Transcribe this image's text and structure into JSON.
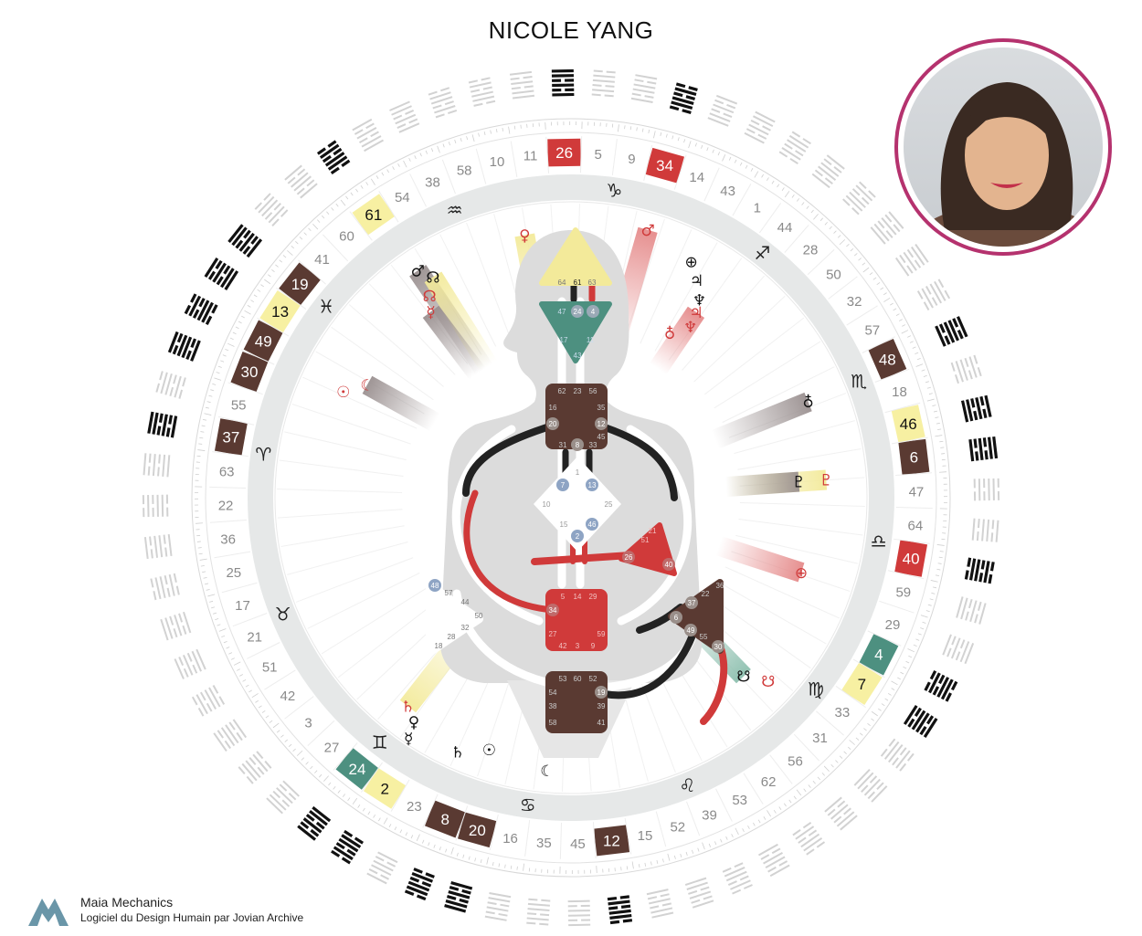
{
  "header": {
    "name": "NICOLE YANG"
  },
  "footer": {
    "brand": "Maia Mechanics",
    "tagline": "Logiciel du Design Humain par Jovian Archive"
  },
  "colors": {
    "design": "#d03a3a",
    "personality": "#111111",
    "defined_brown": "#5a3a32",
    "yellow": "#f7f0a2",
    "teal": "#4d9080",
    "ring": "#e6e8e8",
    "accent_border": "#b5326e"
  },
  "wheel": {
    "gates": [
      {
        "label": "10",
        "highlight": "none"
      },
      {
        "label": "11",
        "highlight": "none"
      },
      {
        "label": "26",
        "highlight": "red"
      },
      {
        "label": "5",
        "highlight": "none"
      },
      {
        "label": "9",
        "highlight": "none"
      },
      {
        "label": "34",
        "highlight": "red"
      },
      {
        "label": "14",
        "highlight": "none"
      },
      {
        "label": "43",
        "highlight": "none"
      },
      {
        "label": "1",
        "highlight": "none"
      },
      {
        "label": "44",
        "highlight": "none"
      },
      {
        "label": "28",
        "highlight": "none"
      },
      {
        "label": "50",
        "highlight": "none"
      },
      {
        "label": "32",
        "highlight": "none"
      },
      {
        "label": "57",
        "highlight": "none"
      },
      {
        "label": "48",
        "highlight": "brown"
      },
      {
        "label": "18",
        "highlight": "none"
      },
      {
        "label": "46",
        "highlight": "yellow"
      },
      {
        "label": "6",
        "highlight": "brown"
      },
      {
        "label": "47",
        "highlight": "none"
      },
      {
        "label": "64",
        "highlight": "none"
      },
      {
        "label": "40",
        "highlight": "red"
      },
      {
        "label": "59",
        "highlight": "none"
      },
      {
        "label": "29",
        "highlight": "none"
      },
      {
        "label": "4",
        "highlight": "teal"
      },
      {
        "label": "7",
        "highlight": "yellow"
      },
      {
        "label": "33",
        "highlight": "none"
      },
      {
        "label": "31",
        "highlight": "none"
      },
      {
        "label": "56",
        "highlight": "none"
      },
      {
        "label": "62",
        "highlight": "none"
      },
      {
        "label": "53",
        "highlight": "none"
      },
      {
        "label": "39",
        "highlight": "none"
      },
      {
        "label": "52",
        "highlight": "none"
      },
      {
        "label": "15",
        "highlight": "none"
      },
      {
        "label": "12",
        "highlight": "brown"
      },
      {
        "label": "45",
        "highlight": "none"
      },
      {
        "label": "35",
        "highlight": "none"
      },
      {
        "label": "16",
        "highlight": "none"
      },
      {
        "label": "20",
        "highlight": "brown"
      },
      {
        "label": "8",
        "highlight": "brown"
      },
      {
        "label": "23",
        "highlight": "none"
      },
      {
        "label": "2",
        "highlight": "yellow"
      },
      {
        "label": "24",
        "highlight": "teal"
      },
      {
        "label": "27",
        "highlight": "none"
      },
      {
        "label": "3",
        "highlight": "none"
      },
      {
        "label": "42",
        "highlight": "none"
      },
      {
        "label": "51",
        "highlight": "none"
      },
      {
        "label": "21",
        "highlight": "none"
      },
      {
        "label": "17",
        "highlight": "none"
      },
      {
        "label": "25",
        "highlight": "none"
      },
      {
        "label": "36",
        "highlight": "none"
      },
      {
        "label": "22",
        "highlight": "none"
      },
      {
        "label": "63",
        "highlight": "none"
      },
      {
        "label": "37",
        "highlight": "brown"
      },
      {
        "label": "55",
        "highlight": "none"
      },
      {
        "label": "30",
        "highlight": "brown"
      },
      {
        "label": "49",
        "highlight": "brown"
      },
      {
        "label": "13",
        "highlight": "yellow"
      },
      {
        "label": "19",
        "highlight": "brown"
      },
      {
        "label": "41",
        "highlight": "none"
      },
      {
        "label": "60",
        "highlight": "none"
      },
      {
        "label": "61",
        "highlight": "yellow"
      },
      {
        "label": "54",
        "highlight": "none"
      },
      {
        "label": "38",
        "highlight": "none"
      },
      {
        "label": "58",
        "highlight": "none"
      }
    ],
    "zodiac": [
      {
        "glyph": "♑",
        "name": "capricorn"
      },
      {
        "glyph": "♐",
        "name": "sagittarius"
      },
      {
        "glyph": "♏",
        "name": "scorpio"
      },
      {
        "glyph": "♎",
        "name": "libra"
      },
      {
        "glyph": "♍",
        "name": "virgo"
      },
      {
        "glyph": "♌",
        "name": "leo"
      },
      {
        "glyph": "♋",
        "name": "cancer"
      },
      {
        "glyph": "♊",
        "name": "gemini"
      },
      {
        "glyph": "♉",
        "name": "taurus"
      },
      {
        "glyph": "♈",
        "name": "aries"
      },
      {
        "glyph": "♓",
        "name": "pisces"
      },
      {
        "glyph": "♒",
        "name": "aquarius"
      }
    ],
    "activations": [
      {
        "glyph": "♂",
        "color": "#d03a3a",
        "beam": "red",
        "name": "mars-design"
      },
      {
        "glyph": "⊕",
        "color": "#111",
        "beam": "none",
        "name": "earth-personality"
      },
      {
        "glyph": "♃",
        "color": "#111",
        "beam": "none",
        "name": "jupiter-personality"
      },
      {
        "glyph": "♆",
        "color": "#111",
        "beam": "none",
        "name": "neptune-personality"
      },
      {
        "glyph": "♃",
        "color": "#d03a3a",
        "beam": "red",
        "name": "jupiter-design"
      },
      {
        "glyph": "♆",
        "color": "#d03a3a",
        "beam": "none",
        "name": "neptune-design"
      },
      {
        "glyph": "♀",
        "color": "#d03a3a",
        "beam": "yellow",
        "name": "venus-design"
      },
      {
        "glyph": "♂",
        "color": "#111",
        "beam": "gray",
        "name": "mars-personality"
      },
      {
        "glyph": "☊",
        "color": "#111",
        "beam": "yellow",
        "name": "north-node-personality"
      },
      {
        "glyph": "☊",
        "color": "#d03a3a",
        "beam": "none",
        "name": "north-node-design"
      },
      {
        "glyph": "☿",
        "color": "#d03a3a",
        "beam": "gray",
        "name": "mercury-design"
      },
      {
        "glyph": "☉",
        "color": "#d03a3a",
        "beam": "none",
        "name": "sun-design"
      },
      {
        "glyph": "☾",
        "color": "#d03a3a",
        "beam": "gray",
        "name": "moon-design"
      },
      {
        "glyph": "♁",
        "color": "#d03a3a",
        "beam": "none",
        "name": "earth-design"
      },
      {
        "glyph": "♁",
        "color": "#111",
        "beam": "gray",
        "name": "earth2-personality"
      },
      {
        "glyph": "♇",
        "color": "#d03a3a",
        "beam": "yellow",
        "name": "pluto-design"
      },
      {
        "glyph": "♇",
        "color": "#111",
        "beam": "gray",
        "name": "pluto-personality"
      },
      {
        "glyph": "⊕",
        "color": "#d03a3a",
        "beam": "red",
        "name": "earth-design-right"
      },
      {
        "glyph": "☋",
        "color": "#d03a3a",
        "beam": "none",
        "name": "south-node-design"
      },
      {
        "glyph": "☋",
        "color": "#111",
        "beam": "teal",
        "name": "south-node-personality"
      },
      {
        "glyph": "☾",
        "color": "#111",
        "beam": "none",
        "name": "moon-personality"
      },
      {
        "glyph": "♄",
        "color": "#111",
        "beam": "none",
        "name": "saturn-personality"
      },
      {
        "glyph": "☉",
        "color": "#111",
        "beam": "none",
        "name": "sun-personality"
      },
      {
        "glyph": "☿",
        "color": "#111",
        "beam": "none",
        "name": "mercury-personality"
      },
      {
        "glyph": "♀",
        "color": "#111",
        "beam": "none",
        "name": "venus-personality"
      },
      {
        "glyph": "♄",
        "color": "#d03a3a",
        "beam": "yellow",
        "name": "saturn-design"
      }
    ]
  },
  "bodygraph": {
    "centers": [
      {
        "name": "head",
        "fill": "#f3ea9a",
        "gates": [
          "64",
          "61",
          "63"
        ]
      },
      {
        "name": "ajna",
        "fill": "#4d9080",
        "gates": [
          "47",
          "24",
          "4",
          "17",
          "11",
          "43"
        ]
      },
      {
        "name": "throat",
        "fill": "#5a3a32",
        "gates": [
          "62",
          "23",
          "56",
          "16",
          "35",
          "20",
          "12",
          "45",
          "31",
          "8",
          "33"
        ]
      },
      {
        "name": "g",
        "fill": "#ffffff",
        "gates": [
          "7",
          "1",
          "13",
          "10",
          "25",
          "15",
          "2",
          "46"
        ]
      },
      {
        "name": "heart",
        "fill": "#d03a3a",
        "gates": [
          "21",
          "51",
          "26",
          "40"
        ]
      },
      {
        "name": "spleen",
        "fill": "#ffffff",
        "gates": [
          "48",
          "57",
          "44",
          "50",
          "32",
          "28",
          "18"
        ]
      },
      {
        "name": "sacral",
        "fill": "#d03a3a",
        "gates": [
          "5",
          "14",
          "29",
          "34",
          "27",
          "59",
          "42",
          "3",
          "9"
        ]
      },
      {
        "name": "solar-plexus",
        "fill": "#5a3a32",
        "gates": [
          "36",
          "22",
          "37",
          "6",
          "49",
          "55",
          "30"
        ]
      },
      {
        "name": "root",
        "fill": "#5a3a32",
        "gates": [
          "53",
          "60",
          "52",
          "54",
          "19",
          "38",
          "39",
          "58",
          "41"
        ]
      }
    ]
  }
}
